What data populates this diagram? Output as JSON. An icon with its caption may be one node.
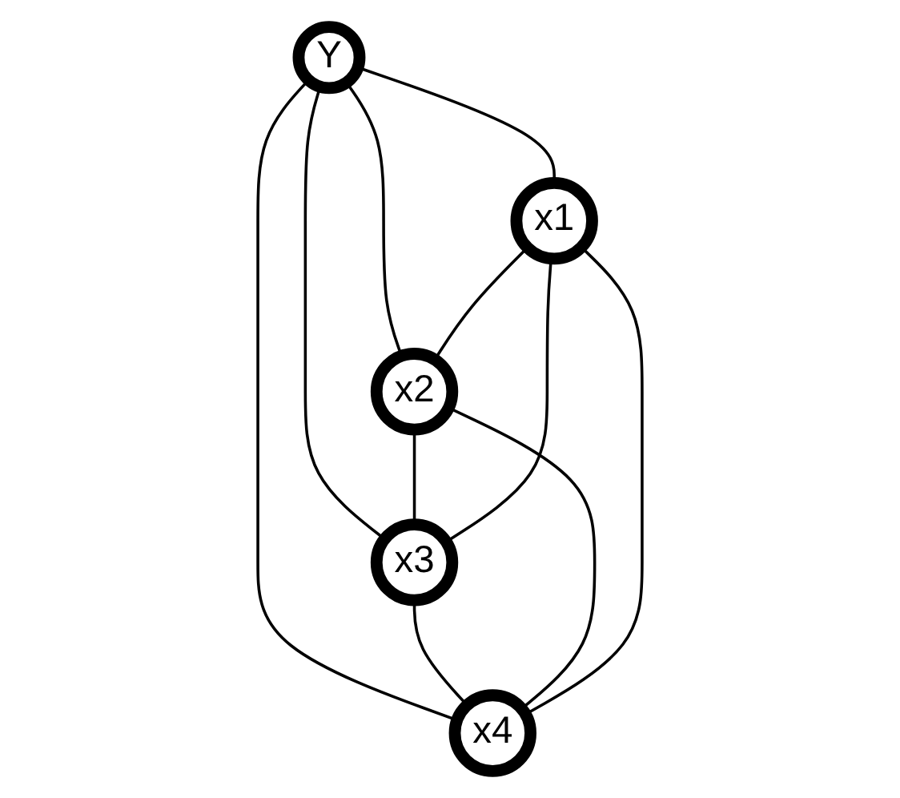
{
  "diagram": {
    "nodes": [
      {
        "text": [
          "Y"
        ]
      },
      {
        "text": [
          "x1"
        ]
      },
      {
        "text": [
          "x2"
        ]
      },
      {
        "text": [
          "x3"
        ]
      },
      {
        "text": [
          "x4"
        ]
      }
    ],
    "edges": [
      {
        "from": 0,
        "to": 1,
        "arrow": "none"
      },
      {
        "from": 0,
        "to": 2,
        "arrow": "none"
      },
      {
        "from": 0,
        "to": 3,
        "arrow": "none"
      },
      {
        "from": 0,
        "to": 4,
        "arrow": "none"
      },
      {
        "from": 1,
        "to": 2,
        "arrow": "none"
      },
      {
        "from": 2,
        "to": 3,
        "arrow": "none"
      },
      {
        "from": 3,
        "to": 4,
        "arrow": "none"
      },
      {
        "from": 2,
        "to": 4,
        "arrow": "none"
      },
      {
        "from": 1,
        "to": 3,
        "arrow": "none"
      },
      {
        "from": 1,
        "to": 4,
        "arrow": "none"
      }
    ]
  }
}
